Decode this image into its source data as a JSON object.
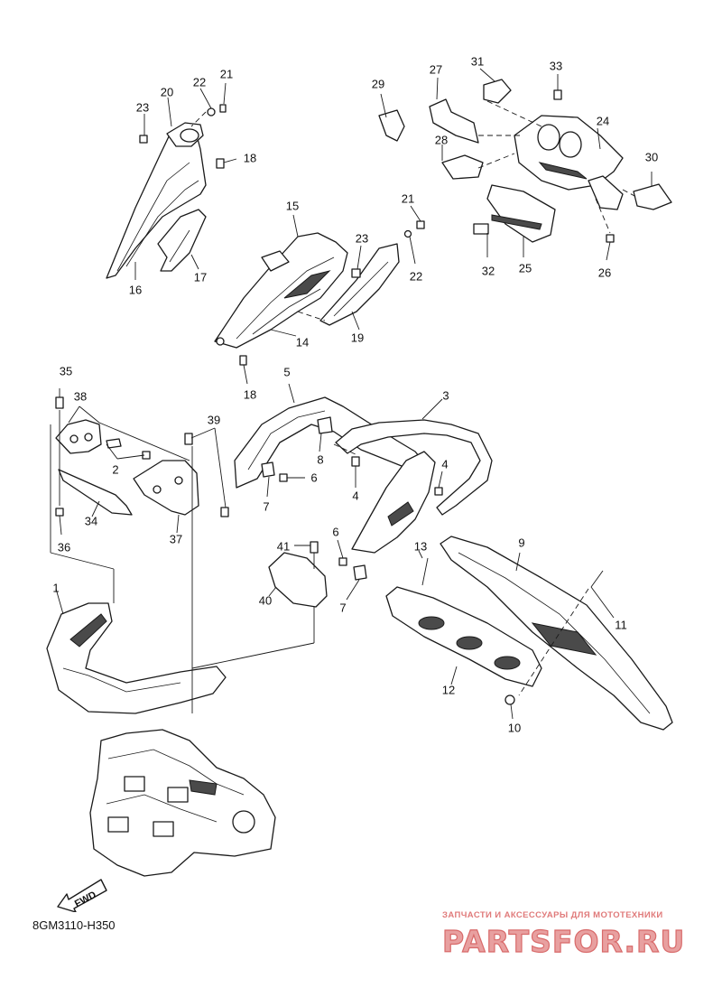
{
  "diagram": {
    "code": "8GM3110-H350",
    "fwd_label": "FWD",
    "callouts": [
      "1",
      "2",
      "3",
      "4",
      "4",
      "5",
      "6",
      "6",
      "7",
      "7",
      "8",
      "9",
      "10",
      "11",
      "12",
      "13",
      "14",
      "15",
      "16",
      "17",
      "18",
      "18",
      "19",
      "20",
      "21",
      "21",
      "22",
      "22",
      "23",
      "23",
      "24",
      "25",
      "26",
      "27",
      "28",
      "29",
      "30",
      "31",
      "32",
      "33",
      "34",
      "35",
      "36",
      "37",
      "38",
      "39",
      "40",
      "41"
    ]
  },
  "watermark": {
    "tagline": "ЗАПЧАСТИ И АКСЕССУАРЫ ДЛЯ МОТОТЕХНИКИ",
    "brand": "PARTSFOR.RU",
    "color": "#e07a7a"
  }
}
